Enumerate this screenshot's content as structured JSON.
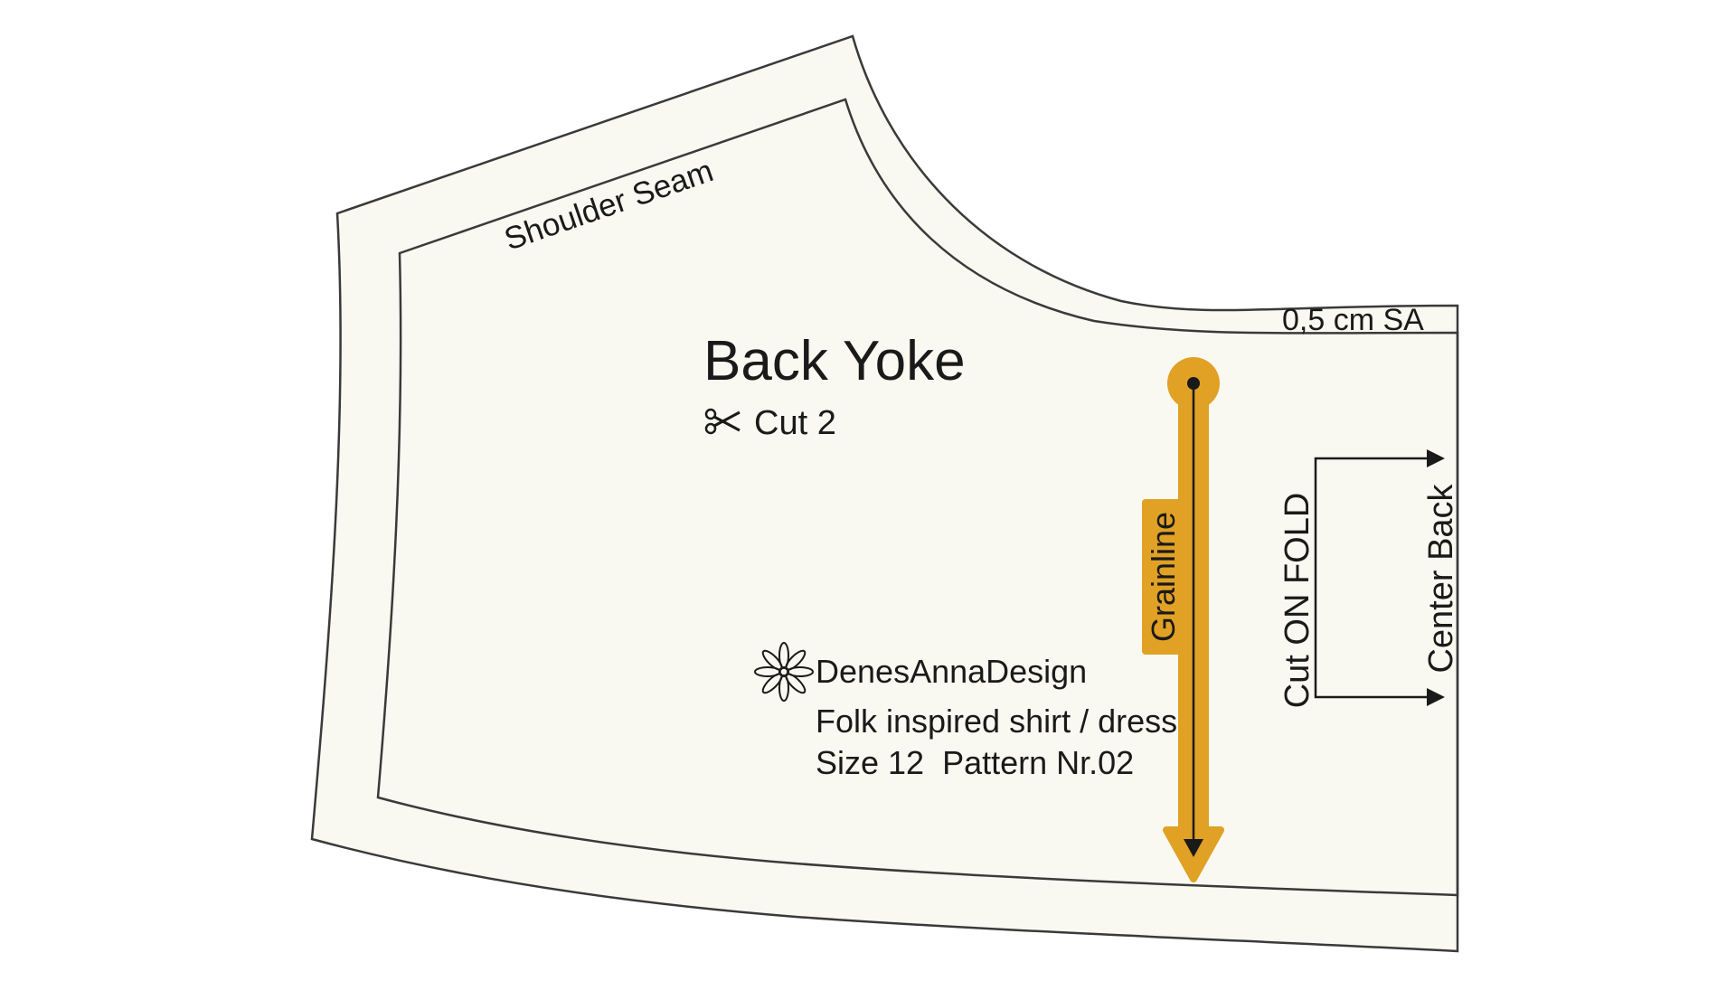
{
  "pattern": {
    "piece_title": "Back Yoke",
    "cut_instruction": "Cut 2",
    "shoulder_seam_label": "Shoulder Seam",
    "seam_allowance_label": "0,5 cm SA",
    "grainline_label": "Grainline",
    "fold_label": "Cut ON FOLD",
    "center_back_label": "Center Back",
    "brand_name": "DenesAnnaDesign",
    "description_line1": "Folk inspired shirt / dress",
    "description_line2": "Size 12  Pattern Nr.02"
  },
  "icons": {
    "scissors": "scissors-icon",
    "brand_logo": "flower-logo-icon"
  },
  "colors": {
    "paper": "#f9f9f1",
    "outline": "#3a3a3a",
    "grainline": "#e0a125",
    "background": "#ffffff"
  }
}
